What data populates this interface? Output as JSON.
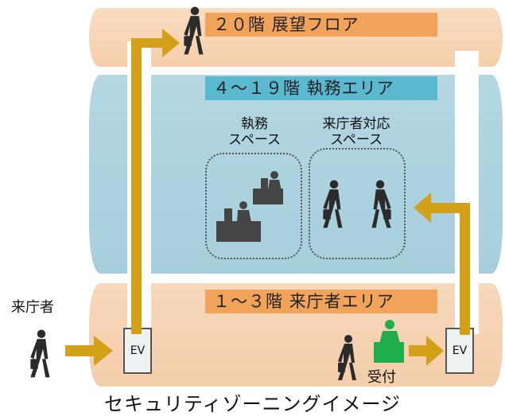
{
  "floors": {
    "top": {
      "label": "２０階 展望フロア"
    },
    "middle": {
      "label": "４～１９階 執務エリア"
    },
    "bottom": {
      "label": "１～３階 来庁者エリア"
    }
  },
  "zones": {
    "work": {
      "line1": "執務",
      "line2": "スペース"
    },
    "visitor": {
      "line1": "来庁者対応",
      "line2": "スペース"
    }
  },
  "elevators": {
    "left_label": "EV",
    "right_label": "EV"
  },
  "visitor_label": "来庁者",
  "reception_label": "受付",
  "caption": "セキュリティゾーニングイメージ",
  "colors": {
    "arrow": "#d4a017",
    "floor_orange": "#f6cfac",
    "floor_blue": "#a6cfdc",
    "label_orange": "#f2a35a",
    "label_blue": "#5ab8cf",
    "reception_green": "#1fae4b"
  }
}
